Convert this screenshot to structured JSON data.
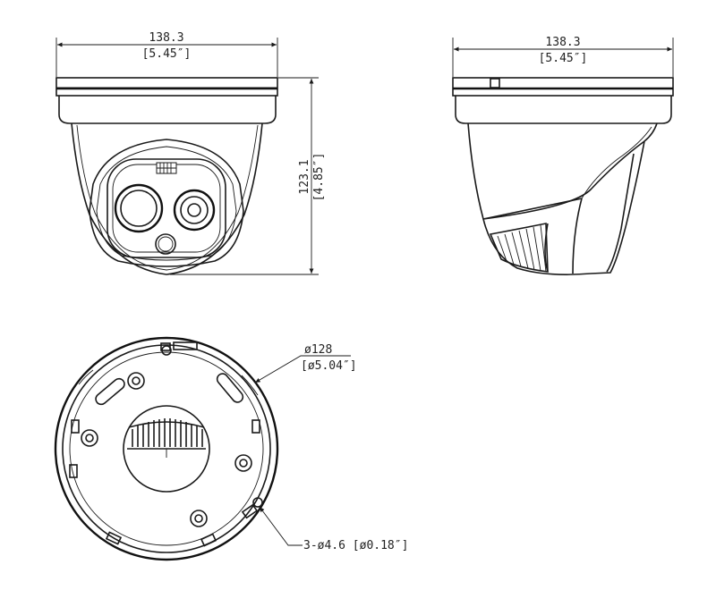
{
  "front_view": {
    "width_mm": "138.3",
    "width_in": "[5.45″]",
    "height_mm": "123.1",
    "height_in": "[4.85″]"
  },
  "side_view": {
    "width_mm": "138.3",
    "width_in": "[5.45″]"
  },
  "bottom_view": {
    "diameter_mm": "ø128",
    "diameter_in": "[ø5.04″]",
    "holes": "3-ø4.6 [ø0.18″]"
  }
}
